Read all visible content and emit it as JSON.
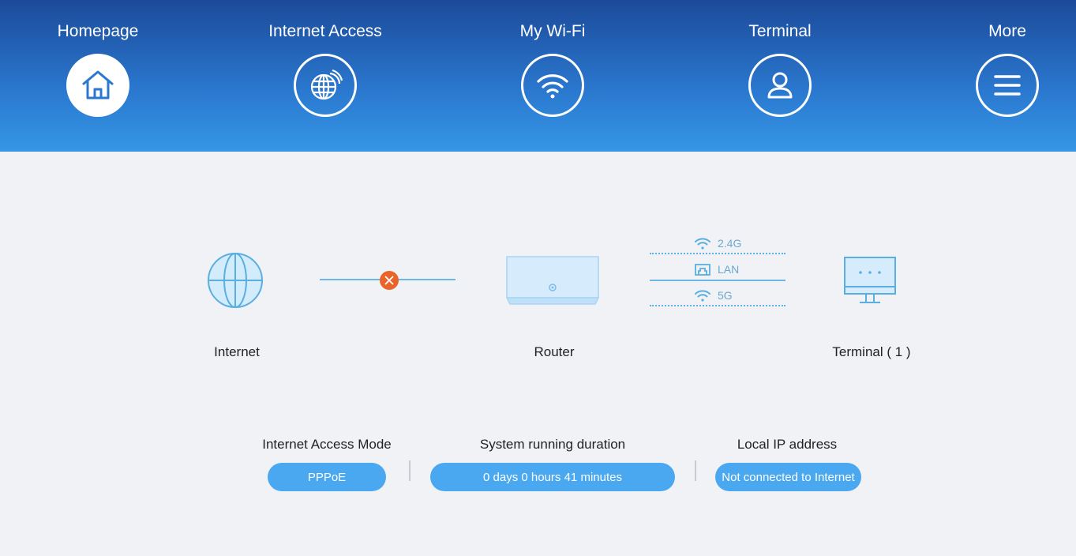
{
  "nav": {
    "items": [
      {
        "label": "Homepage",
        "icon": "home-icon",
        "active": true
      },
      {
        "label": "Internet Access",
        "icon": "globe-icon",
        "active": false
      },
      {
        "label": "My Wi-Fi",
        "icon": "wifi-icon",
        "active": false
      },
      {
        "label": "Terminal",
        "icon": "user-icon",
        "active": false
      },
      {
        "label": "More",
        "icon": "menu-icon",
        "active": false
      }
    ]
  },
  "topology": {
    "internet_label": "Internet",
    "router_label": "Router",
    "terminal_label": "Terminal ( 1 )",
    "links": {
      "band_24": "2.4G",
      "lan": "LAN",
      "band_5": "5G"
    },
    "connection_status": "error"
  },
  "info": {
    "mode_title": "Internet Access Mode",
    "mode_value": "PPPoE",
    "duration_title": "System running duration",
    "duration_value": "0 days 0 hours 41 minutes",
    "ip_title": "Local IP address",
    "ip_value": "Not connected to Internet"
  },
  "colors": {
    "header_top": "#1c4a9a",
    "header_bottom": "#3597e6",
    "accent": "#4aa8f0",
    "error": "#e8642a",
    "line": "#6bb7e6"
  }
}
